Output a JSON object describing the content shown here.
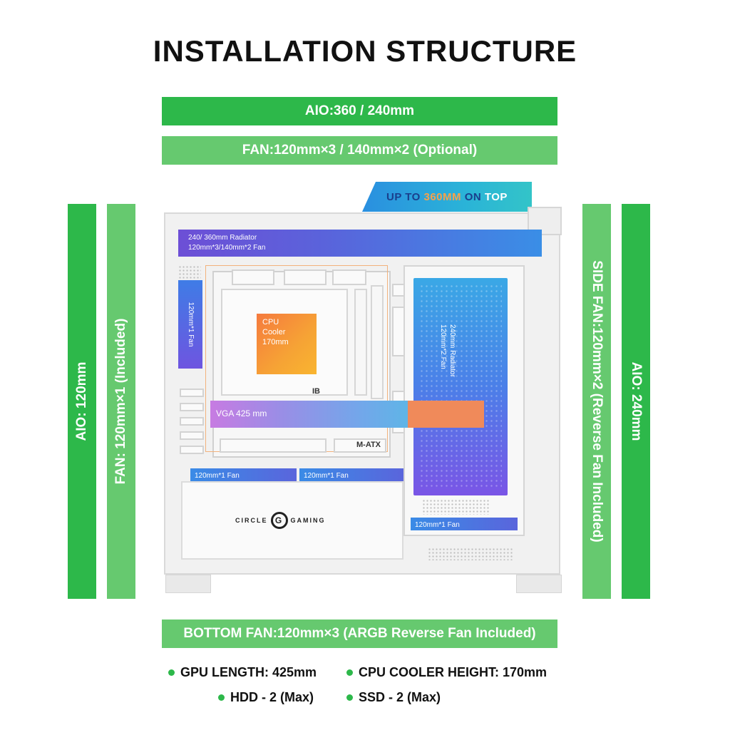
{
  "title": "INSTALLATION STRUCTURE",
  "top_bars": {
    "aio": "AIO:360 / 240mm",
    "fan": "FAN:120mm×3 / 140mm×2 (Optional)"
  },
  "left_bars": {
    "aio": "AIO: 120mm",
    "fan": "FAN: 120mm×1 (Included)"
  },
  "right_bars": {
    "side_fan": "SIDE FAN:120mm×2 (Reverse Fan Included)",
    "aio": "AIO: 240mm"
  },
  "top_tab": {
    "part1": "UP TO ",
    "part2": "360MM",
    "part3": " ON ",
    "part4": "TOP"
  },
  "case_labels": {
    "top_radiator_line1": "240/ 360mm Radiator",
    "top_radiator_line2": "120mm*3/140mm*2 Fan",
    "front_fan": "120mm*1 Fan",
    "cpu_line1": "CPU",
    "cpu_line2": "Cooler",
    "cpu_line3": "170mm",
    "ib": "IB",
    "vga": "VGA 425 mm",
    "matx": "M-ATX",
    "side_radiator_line1": "240mm Radiator",
    "side_radiator_line2": "120mm*2 Fan",
    "bottom_fan_1": "120mm*1 Fan",
    "bottom_fan_2": "120mm*1 Fan",
    "bottom_fan_3": "120mm*1 Fan",
    "logo_left": "CIRCLE",
    "logo_right": "GAMING"
  },
  "bottom_bar": "BOTTOM FAN:120mm×3 (ARGB Reverse Fan Included)",
  "specs": [
    "GPU LENGTH: 425mm",
    "CPU COOLER HEIGHT: 170mm",
    "HDD - 2 (Max)",
    "SSD - 2 (Max)"
  ],
  "colors": {
    "green_dark": "#2db84a",
    "green_light": "#66c96f",
    "tab_text_dark": "#1a3e8c",
    "tab_text_orange": "#f7a14a"
  }
}
